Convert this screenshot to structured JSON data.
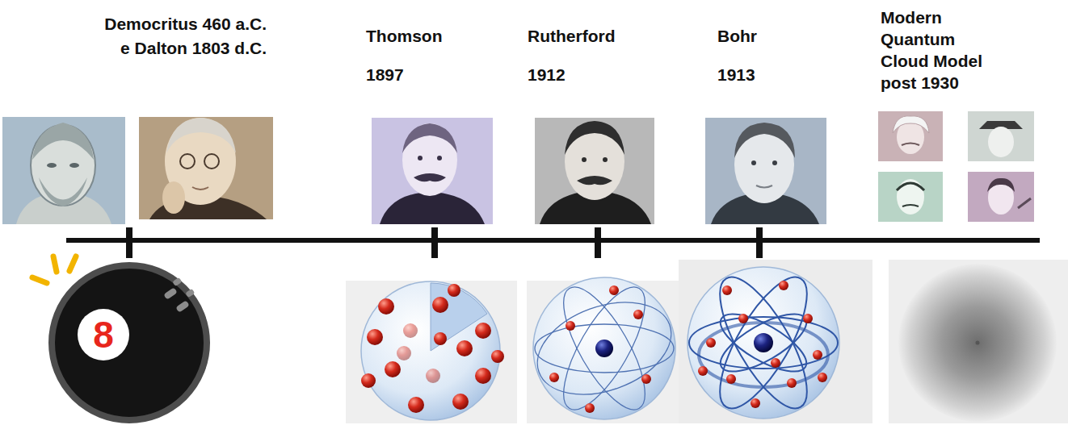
{
  "diagram": {
    "labels": [
      "Democritus 460 a.C.",
      "e Dalton 1803 d.C.",
      "Thomson",
      "1897",
      "Rutherford",
      "1912",
      "Bohr",
      "1913",
      "Modern Quantum Cloud Model post 1930",
      "8"
    ]
  }
}
